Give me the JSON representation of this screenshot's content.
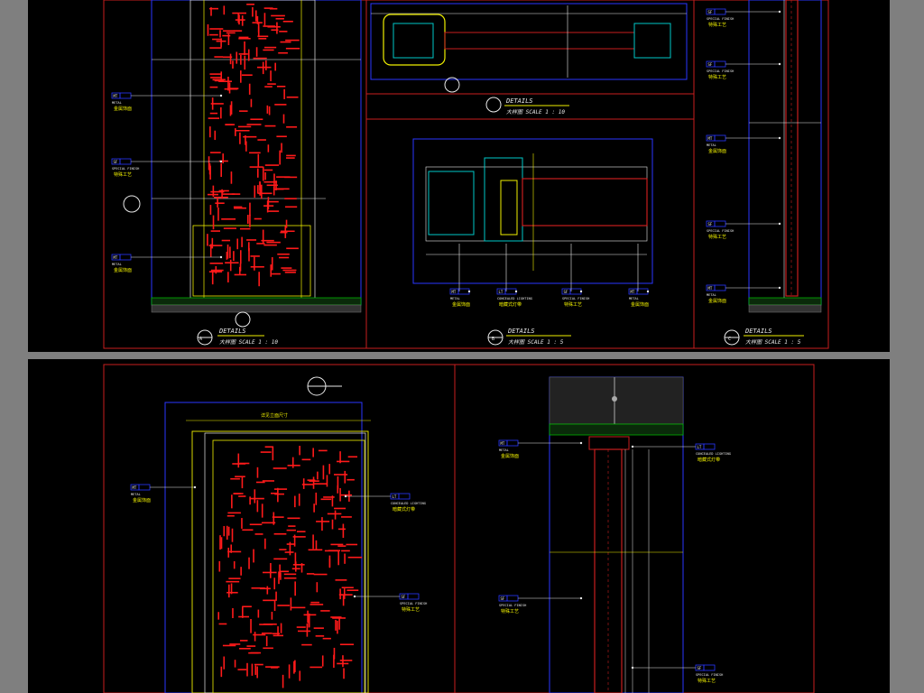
{
  "colors": {
    "background": "#7f7f7f",
    "sheet": "#000000",
    "frame_red": "#c81e1e",
    "outline_blue": "#2a36ff",
    "dimension_yellow": "#f0f000",
    "leader_white": "#e8e8e8",
    "pattern_red": "#ff1a1a",
    "cyan": "#00c8c8",
    "green": "#00c800"
  },
  "top_sheet": {
    "panels": [
      {
        "id": "A",
        "title": "DETAILS",
        "subtitle": "大样图 SCALE 1 : 10",
        "tags": [
          {
            "code": "MT",
            "name": "METAL",
            "cn": "金属饰面"
          },
          {
            "code": "SF",
            "name": "SPECIAL FINISH",
            "cn": "特殊工艺"
          },
          {
            "code": "MT",
            "name": "METAL",
            "cn": "金属饰面"
          }
        ]
      },
      {
        "id": "B",
        "title": "DETAILS",
        "subtitle": "大样图 SCALE 1 : 5",
        "tags": [
          {
            "code": "MT",
            "name": "METAL",
            "cn": "金属饰面"
          },
          {
            "code": "LT",
            "name": "CONCEALED LIGHTING",
            "cn": "暗藏式灯带"
          },
          {
            "code": "SF",
            "name": "SPECIAL FINISH",
            "cn": "特殊工艺"
          },
          {
            "code": "MT",
            "name": "METAL",
            "cn": "金属饰面"
          }
        ]
      },
      {
        "id": "C",
        "title": "DETAILS",
        "subtitle": "大样图 SCALE 1 : 5",
        "tags": [
          {
            "code": "SF",
            "name": "SPECIAL FINISH",
            "cn": "特殊工艺"
          },
          {
            "code": "SF",
            "name": "SPECIAL FINISH",
            "cn": "特殊工艺"
          },
          {
            "code": "MT",
            "name": "METAL",
            "cn": "金属饰面"
          },
          {
            "code": "SF",
            "name": "SPECIAL FINISH",
            "cn": "特殊工艺"
          },
          {
            "code": "MT",
            "name": "METAL",
            "cn": "金属饰面"
          }
        ]
      }
    ]
  },
  "bottom_sheet": {
    "left_view": {
      "width_dim_label": "详见立面尺寸",
      "tags": [
        {
          "code": "MT",
          "name": "METAL",
          "cn": "金属饰面"
        },
        {
          "code": "LT",
          "name": "CONCEALED LIGHTING",
          "cn": "暗藏式灯带"
        },
        {
          "code": "SF",
          "name": "SPECIAL FINISH",
          "cn": "特殊工艺"
        }
      ]
    },
    "right_view": {
      "tags": [
        {
          "code": "MT",
          "name": "METAL",
          "cn": "金属饰面"
        },
        {
          "code": "LT",
          "name": "CONCEALED LIGHTING",
          "cn": "暗藏式灯带"
        },
        {
          "code": "SF",
          "name": "SPECIAL FINISH",
          "cn": "特殊工艺"
        },
        {
          "code": "SF",
          "name": "SPECIAL FINISH",
          "cn": "特殊工艺"
        }
      ]
    }
  }
}
